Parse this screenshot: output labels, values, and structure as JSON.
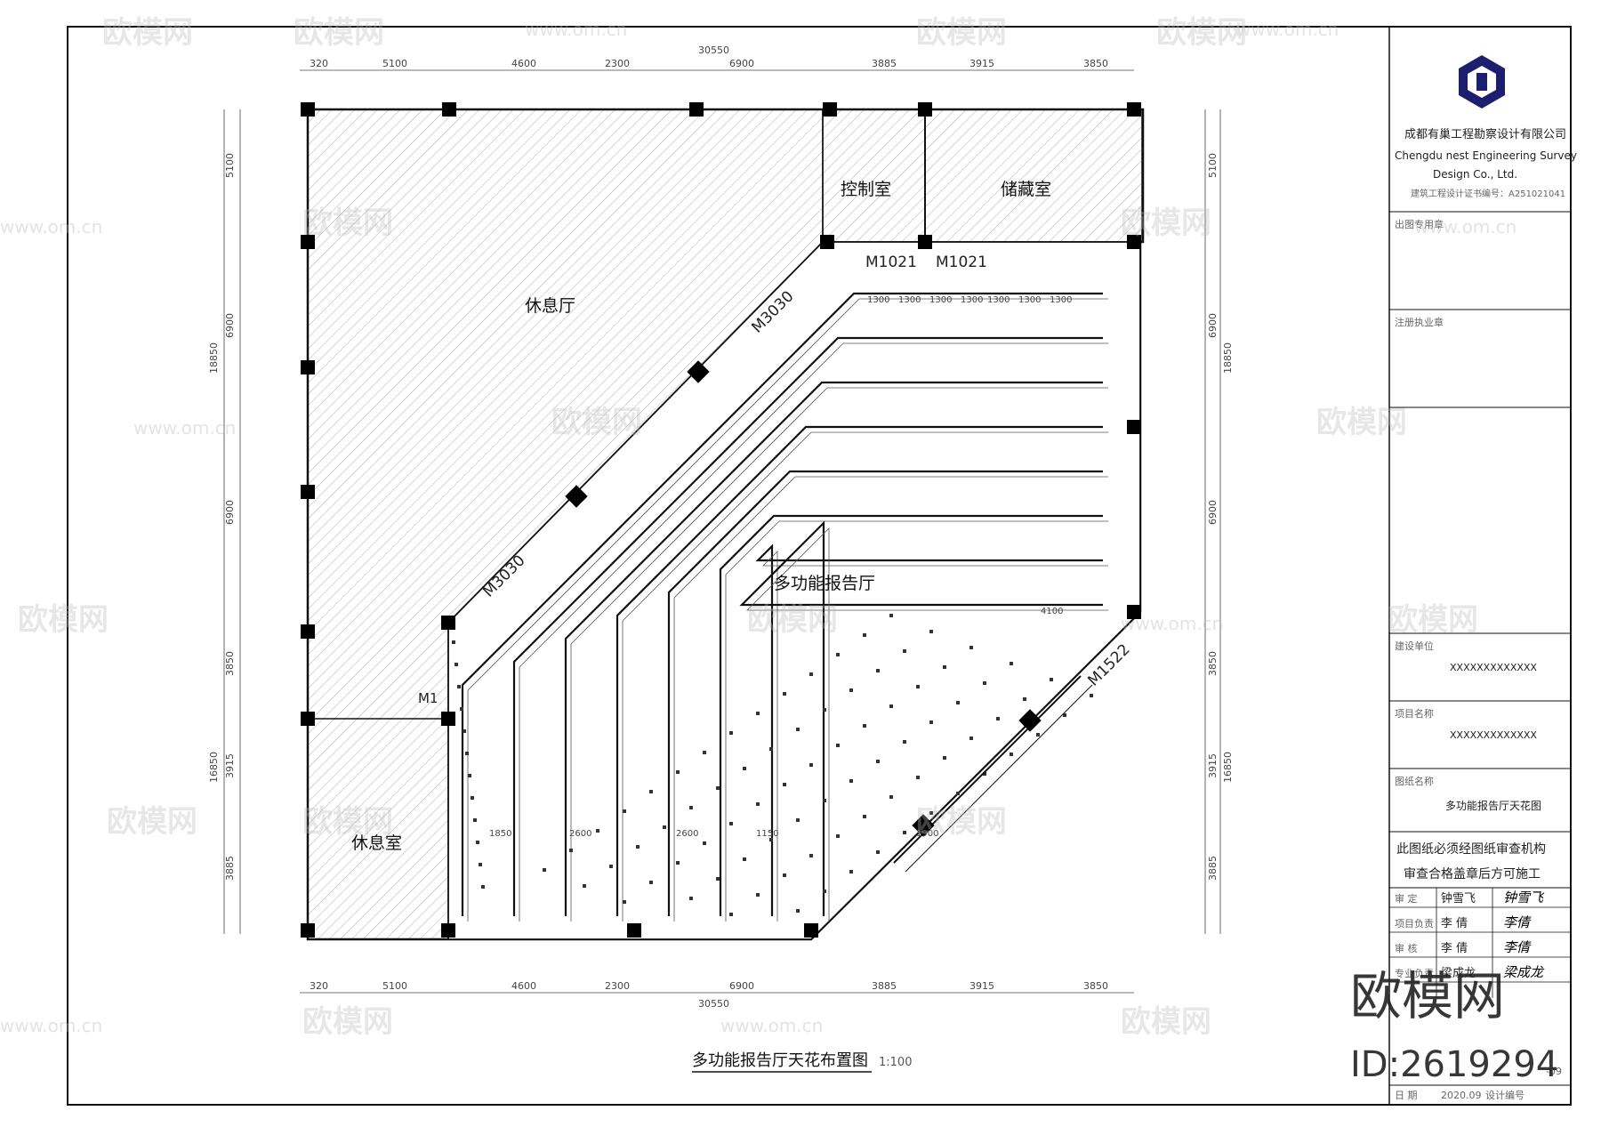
{
  "drawing": {
    "title": "多功能报告厅天花布置图",
    "scale": "1:100",
    "overall_dimension": "30550",
    "top_dimensions": [
      "320",
      "5100",
      "4600",
      "2300",
      "6900",
      "3885",
      "3915",
      "3850"
    ],
    "bottom_dimensions": [
      "320",
      "5100",
      "4600",
      "2300",
      "6900",
      "3885",
      "3915",
      "3850"
    ],
    "left_dimensions": [
      "5100",
      "6900",
      "6900",
      "3850",
      "3915",
      "3885"
    ],
    "left_overall": "18850",
    "left_overall_2": "16850",
    "right_dimensions": [
      "5100",
      "6900",
      "6900",
      "3850",
      "3915",
      "3885"
    ],
    "right_overall": "18850",
    "right_overall_2": "16850",
    "rooms": {
      "control": "控制室",
      "storage": "储藏室",
      "lounge_hall": "休息厅",
      "lounge_room": "休息室",
      "auditorium": "多功能报告厅"
    },
    "door_tags": [
      "M1021",
      "M1021",
      "M3030",
      "M3030",
      "M1522",
      "M1"
    ],
    "grid_labels": [
      "1300",
      "1300",
      "1300",
      "1300",
      "1300",
      "1300",
      "1300",
      "4100",
      "1850",
      "2600",
      "2600",
      "1900",
      "1150"
    ]
  },
  "titleblock": {
    "company_cn": "成都有巢工程勘察设计有限公司",
    "company_en_1": "Chengdu nest Engineering Survey",
    "company_en_2": "Design Co., Ltd.",
    "cert": "建筑工程设计证书编号：A251021041",
    "seal_label": "出图专用章",
    "reg_label": "注册执业章",
    "unit_label": "建设单位",
    "unit_value": "XXXXXXXXXXXXX",
    "project_label": "项目名称",
    "project_value": "XXXXXXXXXXXXX",
    "drawing_label": "图纸名称",
    "drawing_value": "多功能报告厅天花图",
    "notice_1": "此图纸必须经图纸审查机构",
    "notice_2": "审查合格盖章后方可施工",
    "roles": [
      {
        "role": "审 定",
        "name": "钟雪飞",
        "sign": "钟雪飞"
      },
      {
        "role": "项目负责",
        "name": "李 倩",
        "sign": "李倩"
      },
      {
        "role": "审 核",
        "name": "李 倩",
        "sign": "李倩"
      },
      {
        "role": "专业负责",
        "name": "梁成龙",
        "sign": "梁成龙"
      }
    ],
    "date_label": "日 期",
    "date_value": "2020.09",
    "design_no_label": "设计编号",
    "sheet_no": "-09"
  },
  "watermark": {
    "brand": "欧模网",
    "url": "www.om.cn",
    "id_text": "ID:2619294"
  },
  "colors": {
    "line": "#111111",
    "hatch": "#9a9a9a",
    "column": "#000000"
  }
}
